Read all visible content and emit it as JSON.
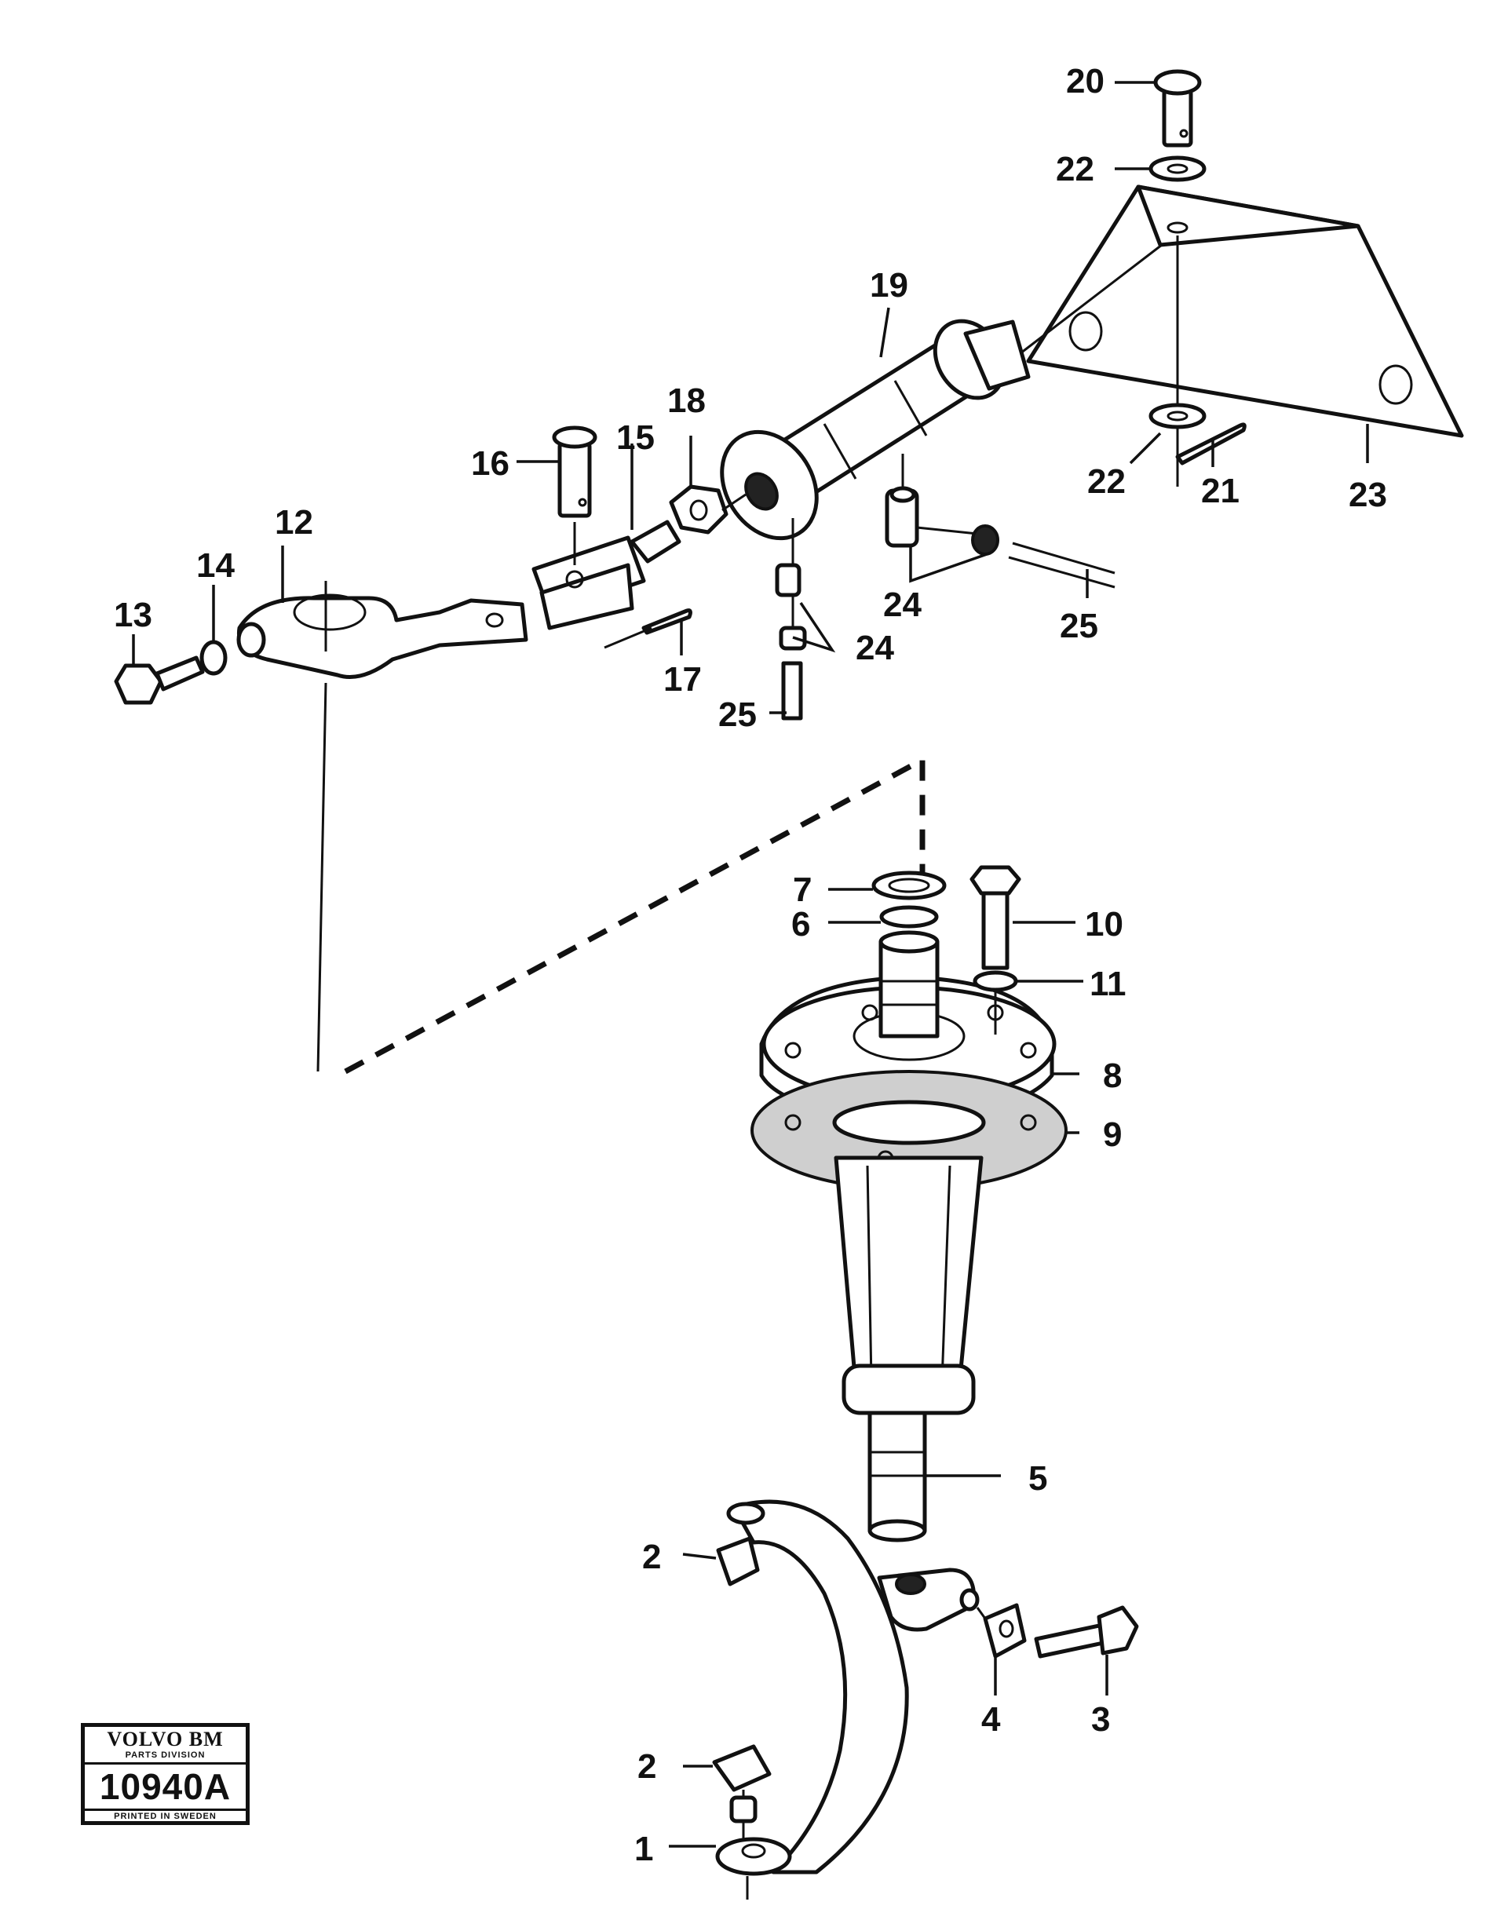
{
  "callouts": {
    "c1": "1",
    "c2a": "2",
    "c2b": "2",
    "c3": "3",
    "c4": "4",
    "c5": "5",
    "c6": "6",
    "c7": "7",
    "c8": "8",
    "c9": "9",
    "c10": "10",
    "c11": "11",
    "c12": "12",
    "c13": "13",
    "c14": "14",
    "c15": "15",
    "c16": "16",
    "c17": "17",
    "c18": "18",
    "c19": "19",
    "c20": "20",
    "c21": "21",
    "c22a": "22",
    "c22b": "22",
    "c23": "23",
    "c24a": "24",
    "c24b": "24",
    "c25a": "25",
    "c25b": "25"
  },
  "stamp": {
    "brand": "VOLVO BM",
    "division": "PARTS DIVISION",
    "code": "10940A",
    "printed": "PRINTED IN SWEDEN"
  }
}
